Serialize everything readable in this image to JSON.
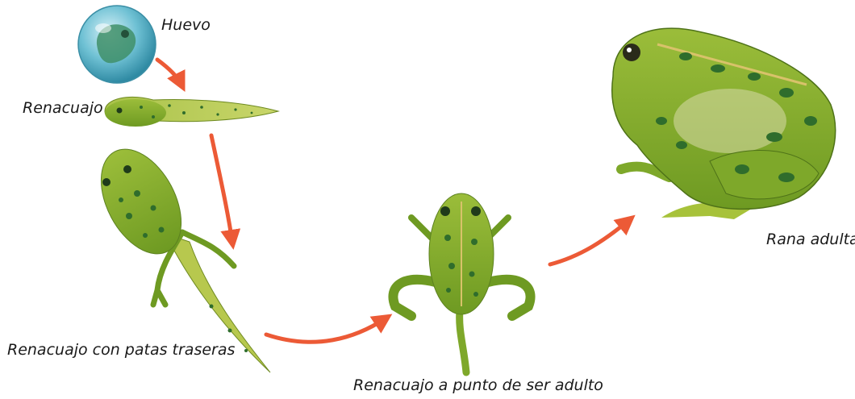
{
  "stages": [
    {
      "label": "Huevo"
    },
    {
      "label": "Renacuajo"
    },
    {
      "label": "Renacuajo con patas traseras"
    },
    {
      "label": "Renacuajo a punto de ser adulto"
    },
    {
      "label": "Rana adulta"
    }
  ],
  "colors": {
    "arrow": "#ec5a36",
    "frog_green": "#7ea82a",
    "spot_green": "#2f6d2c",
    "egg_blue": "#5bb6cc"
  }
}
